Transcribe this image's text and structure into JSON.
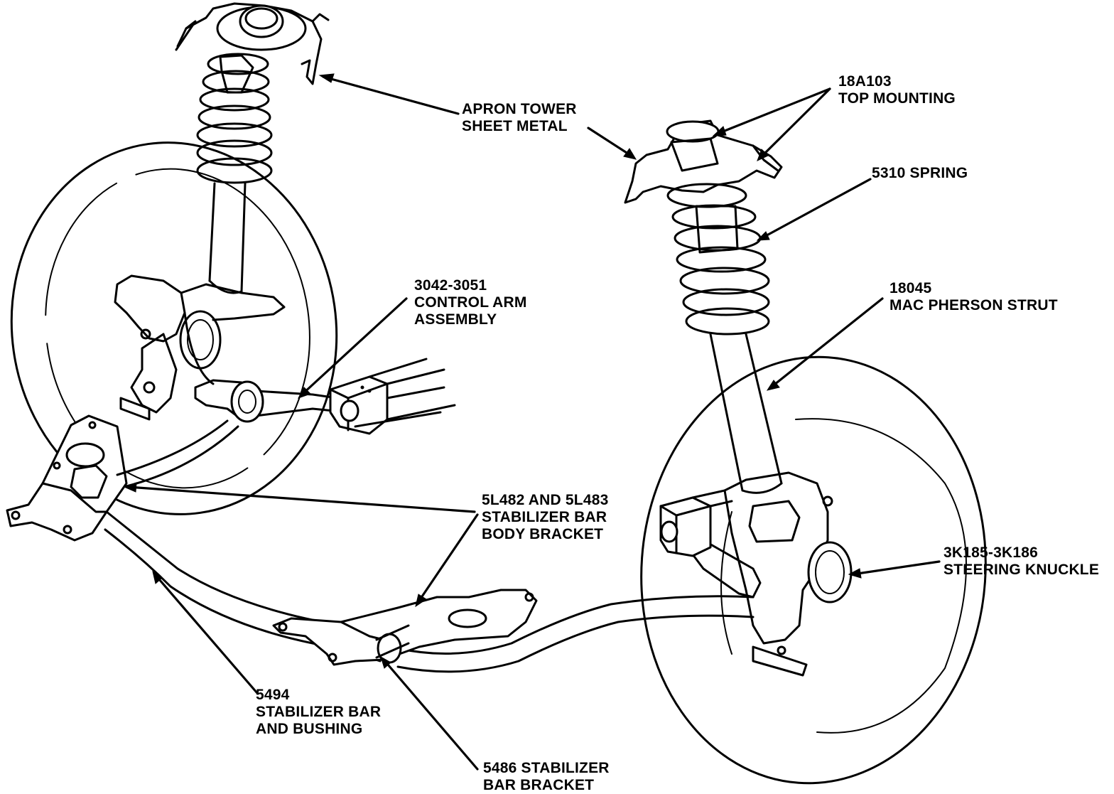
{
  "callouts": {
    "apron": {
      "line1": "APRON TOWER",
      "line2": "SHEET METAL"
    },
    "top_mounting": {
      "line1": "18A103",
      "line2": "TOP MOUNTING"
    },
    "spring": {
      "line1": "5310 SPRING"
    },
    "control_arm": {
      "line1": "3042-3051",
      "line2": "CONTROL ARM",
      "line3": "ASSEMBLY"
    },
    "strut": {
      "line1": "18045",
      "line2": "MAC PHERSON STRUT"
    },
    "body_bracket": {
      "line1": "5L482 AND 5L483",
      "line2": "STABILIZER BAR",
      "line3": "BODY BRACKET"
    },
    "knuckle": {
      "line1": "3K185-3K186",
      "line2": "STEERING KNUCKLE"
    },
    "stab_bar": {
      "line1": "5494",
      "line2": "STABILIZER BAR",
      "line3": "AND BUSHING"
    },
    "bar_bracket": {
      "line1": "5486 STABILIZER",
      "line2": "BAR BRACKET"
    }
  }
}
